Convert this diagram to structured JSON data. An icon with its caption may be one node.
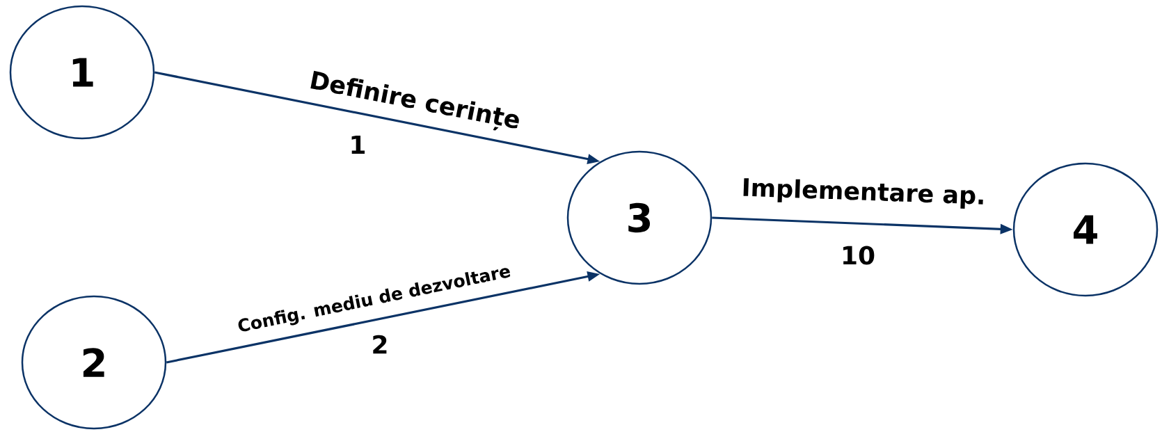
{
  "diagram": {
    "nodes": [
      {
        "text": [
          "1"
        ]
      },
      {
        "text": [
          "2"
        ]
      },
      {
        "text": [
          "3"
        ]
      },
      {
        "text": [
          "4"
        ]
      }
    ],
    "edges": [
      {
        "from": 0,
        "to": 2,
        "arrow": "to",
        "label": "Definire cerințe"
      },
      {
        "from": 1,
        "to": 2,
        "arrow": "to",
        "label": "Config. mediu de dezvoltare"
      },
      {
        "from": 2,
        "to": 3,
        "arrow": "to",
        "label": "Implementare ap."
      }
    ],
    "labels": [
      "1",
      "2",
      "10"
    ]
  }
}
